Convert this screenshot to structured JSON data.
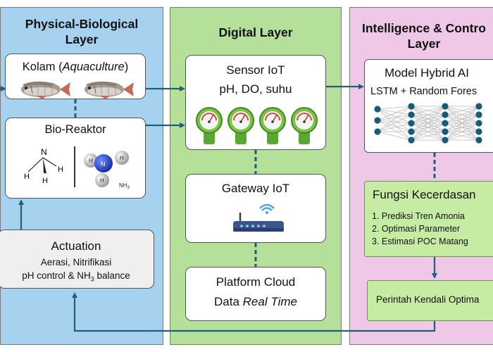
{
  "columns": {
    "physical": {
      "title_line1": "Physical-Biological",
      "title_line2": "Layer",
      "color": "#a6d2ef"
    },
    "digital": {
      "title": "Digital Layer",
      "color": "#b4e09a"
    },
    "intelligence": {
      "title_line1": "Intelligence & Contro",
      "title_line2": "Layer",
      "color": "#efc8e8"
    }
  },
  "physical_layer": {
    "kolam": {
      "label_prefix": "Kolam (",
      "label_italic": "Aquaculture",
      "label_suffix": ")",
      "icon": "tilapia-fish-icon"
    },
    "bioreaktor": {
      "title": "Bio-Reaktor",
      "molecule_atoms": {
        "n": "N",
        "h1": "H",
        "h2": "H",
        "h3": "H"
      },
      "model_atoms": {
        "n": "N",
        "h1": "H",
        "h2": "H",
        "h3": "H"
      },
      "formula": "NH",
      "formula_sub": "3"
    },
    "actuation": {
      "title": "Actuation",
      "line1": "Aerasi, Nitrifikasi",
      "line2_prefix": "pH control & NH",
      "line2_sub": "3",
      "line2_suffix": " balance"
    }
  },
  "digital_layer": {
    "sensor": {
      "title": "Sensor IoT",
      "subtitle": "pH,  DO, suhu",
      "icon": "gauge-icon"
    },
    "gateway": {
      "title": "Gateway IoT",
      "icon": "wifi-router-icon"
    },
    "cloud": {
      "title": "Platform Cloud",
      "subtitle_prefix": "Data ",
      "subtitle_italic": "Real Time"
    }
  },
  "intelligence_layer": {
    "model": {
      "title": "Model Hybrid AI",
      "subtitle": "LSTM + Random Fores",
      "icon": "neural-network-icon"
    },
    "fungsi": {
      "title": "Fungsi Kecerdasan",
      "items": [
        "1. Prediksi Tren Amonia",
        "2. Optimasi Parameter",
        "3. Estimasi POC Matang"
      ]
    },
    "perintah": {
      "label": "Perintah Kendali Optima"
    }
  },
  "colors": {
    "arrow": "#1f5f7a",
    "connector": "#1f5f7a",
    "neural_node": "#1a5a78",
    "gauge_face": "#7cc243"
  }
}
